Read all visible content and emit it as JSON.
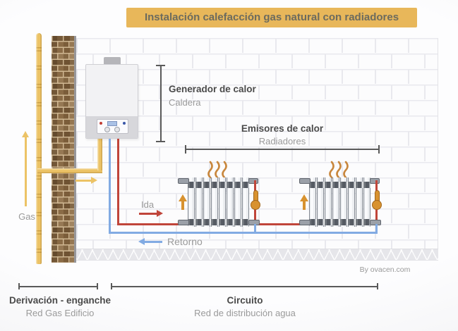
{
  "title": "Instalación calefacción gas natural con radiadores",
  "credit": "By ovacen.com",
  "labels": {
    "gas": "Gas",
    "supply_flow": "Ida",
    "return_flow": "Retorno",
    "generator": {
      "title": "Generador de calor",
      "subtitle": "Caldera"
    },
    "emitters": {
      "title": "Emisores de calor",
      "subtitle": "Radiadores"
    },
    "branch": {
      "title": "Derivación - enganche",
      "subtitle": "Red Gas Edificio"
    },
    "circuit": {
      "title": "Circuito",
      "subtitle": "Red de distribución agua"
    }
  },
  "colors": {
    "title_bg": "#E8B75A",
    "title_text": "#6C6B5E",
    "gas_pipe": "#ECC366",
    "supply_pipe": "#C0453A",
    "return_pipe": "#82ABE3",
    "valve_orange": "#D8922F",
    "heat_wave": "#C8873D",
    "label_dark": "#4A4A4A",
    "label_gray": "#9A9A9A",
    "bracket_gray": "#5A5A5A"
  },
  "components": {
    "boiler": "Caldera mural de gas",
    "radiators_count": 2,
    "radiator_sections_each": 8
  }
}
